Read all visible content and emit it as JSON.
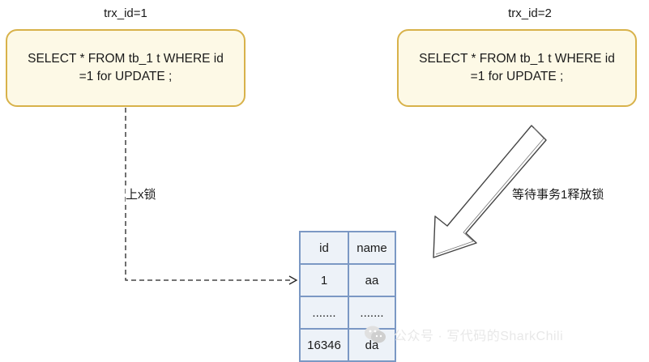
{
  "transactions": [
    {
      "label": "trx_id=1",
      "sql_line1": "SELECT * FROM  tb_1 t WHERE id",
      "sql_line2": "=1 for UPDATE ;"
    },
    {
      "label": "trx_id=2",
      "sql_line1": "SELECT * FROM  tb_1 t WHERE id",
      "sql_line2": "=1 for UPDATE ;"
    }
  ],
  "edges": {
    "lock_label": "上x锁",
    "wait_label": "等待事务1释放锁"
  },
  "table": {
    "headers": [
      "id",
      "name"
    ],
    "rows": [
      [
        "1",
        "aa"
      ],
      [
        ".......",
        "......."
      ],
      [
        "16346",
        "da"
      ]
    ]
  },
  "watermark": {
    "text": "公众号 · 写代码的SharkChili",
    "icon": "wechat-icon"
  },
  "colors": {
    "box_fill": "#fdf9e6",
    "box_border": "#d8b24a",
    "table_fill": "#edf2f8",
    "table_border": "#7b98c4"
  }
}
